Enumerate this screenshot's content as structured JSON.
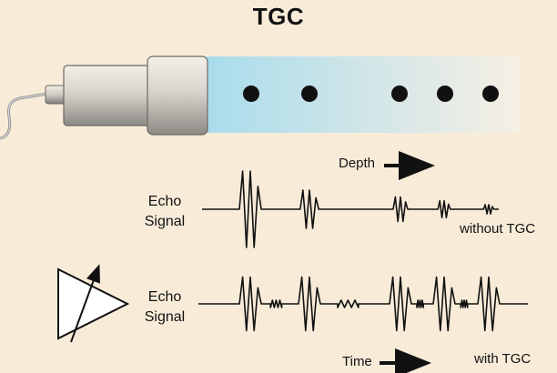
{
  "title": "TGC",
  "labels": {
    "depth": "Depth",
    "time": "Time",
    "echo_signal_top_line1": "Echo",
    "echo_signal_top_line2": "Signal",
    "echo_signal_bottom_line1": "Echo",
    "echo_signal_bottom_line2": "Signal",
    "without_tgc": "without TGC",
    "with_tgc": "with TGC"
  },
  "colors": {
    "background": "#f8ecd9",
    "field_start": "#a9dcec",
    "field_end": "#f6efe4",
    "ink": "#111111"
  },
  "echoes_without_tgc": [
    {
      "label": "echo-1",
      "relative_amplitude": 1.0
    },
    {
      "label": "echo-2",
      "relative_amplitude": 0.5
    },
    {
      "label": "echo-3",
      "relative_amplitude": 0.32
    },
    {
      "label": "echo-4",
      "relative_amplitude": 0.22
    },
    {
      "label": "echo-5",
      "relative_amplitude": 0.12
    }
  ],
  "echoes_with_tgc": [
    {
      "label": "echo-1",
      "relative_amplitude": 0.7
    },
    {
      "label": "echo-2",
      "relative_amplitude": 0.7
    },
    {
      "label": "echo-3",
      "relative_amplitude": 0.7
    },
    {
      "label": "echo-4",
      "relative_amplitude": 0.7
    },
    {
      "label": "echo-5",
      "relative_amplitude": 0.7
    }
  ]
}
